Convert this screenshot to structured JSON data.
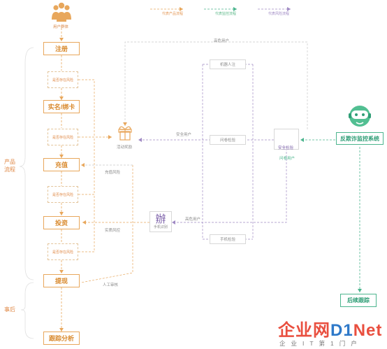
{
  "legend": {
    "product_flow": "代表产品流程",
    "monitor_flow": "代表监控流程",
    "risk_flow": "代表风险流程"
  },
  "colors": {
    "orange": "#e8a75c",
    "green": "#4cb58e",
    "purple": "#a08ac4",
    "gray": "#c8c8c8"
  },
  "user_group_label": "用户群体",
  "side_labels": {
    "product_flow": "产品流程",
    "post_event": "事后"
  },
  "flow_steps": [
    "注册",
    "实名/绑卡",
    "充值",
    "投资",
    "提现",
    "跟踪分析"
  ],
  "check_nodes": [
    "是否存在风险",
    "是否存在风险",
    "是否存在风险",
    "是否存在风险"
  ],
  "gift": {
    "label": "活动奖励"
  },
  "tag": {
    "char": "辦",
    "label": "手机识别"
  },
  "center_gray": {
    "top": "机器人注",
    "middle": "问卷检验",
    "bottom": "手机检验"
  },
  "right_node": {
    "label": "安全检验",
    "sub": "问卷用户"
  },
  "right_top_label": "高危用户",
  "edge_labels": {
    "safe_user": "安全用户",
    "high_risk_user": "高危用户",
    "recharge_risk": "充值风险",
    "invest_risk": "实质风控",
    "manual_review": "人工审核"
  },
  "system": {
    "label": "反欺诈监控系统"
  },
  "followup": {
    "label": "后续跟踪"
  },
  "watermark": {
    "part_cn": "企业网",
    "part_d1": "D1",
    "part_net": "Net",
    "sub": "企业IT第1门户"
  }
}
